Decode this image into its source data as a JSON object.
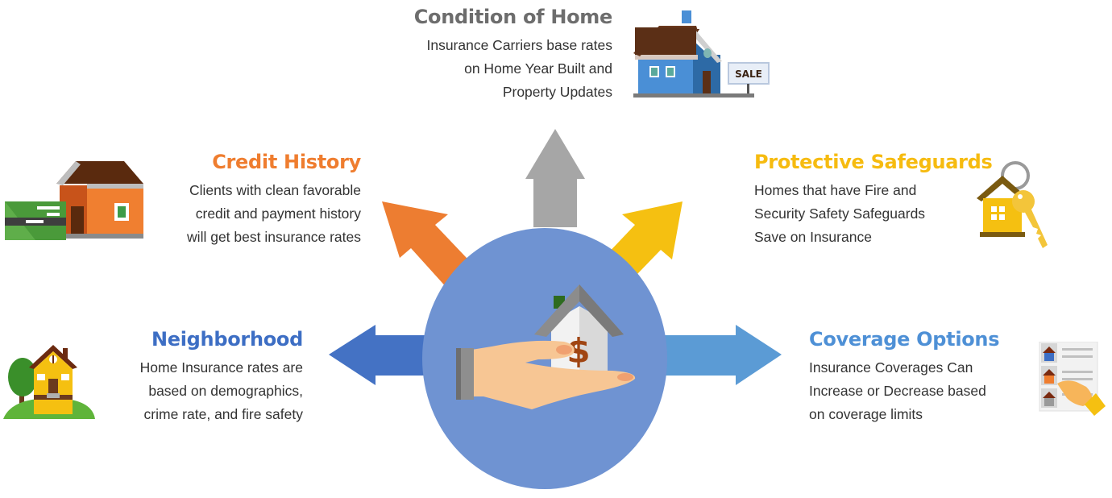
{
  "colors": {
    "condition": "#6d6d6d",
    "credit": "#ef7d2f",
    "protective": "#f6bb10",
    "neighborhood": "#3d6ec4",
    "coverage": "#4e90d6",
    "circle": "#6f93d2",
    "arrow_gray": "#a6a6a6",
    "arrow_orange": "#ed7d31",
    "arrow_yellow": "#f5c011",
    "arrow_left_blue": "#4472c4",
    "arrow_right_blue": "#5b9bd5"
  },
  "center": {
    "icon": "hand-holding-house-dollar-icon",
    "symbol": "$"
  },
  "factors": {
    "condition": {
      "title": "Condition of Home",
      "lines": [
        "Insurance Carriers base rates",
        "on Home Year Built and",
        "Property Updates"
      ],
      "icon": "house-for-sale-icon",
      "sign": "SALE"
    },
    "credit": {
      "title": "Credit History",
      "lines": [
        "Clients with clean favorable",
        "credit and payment history",
        "will get best insurance rates"
      ],
      "icon": "house-credit-card-icon"
    },
    "protective": {
      "title": "Protective Safeguards",
      "lines": [
        "Homes that have Fire and",
        "Security Safety Safeguards",
        "Save on Insurance"
      ],
      "icon": "house-key-icon"
    },
    "neighborhood": {
      "title": "Neighborhood",
      "lines": [
        "Home Insurance rates are",
        "based on demographics,",
        "crime rate, and fire safety"
      ],
      "icon": "house-tree-icon"
    },
    "coverage": {
      "title": "Coverage Options",
      "lines": [
        "Insurance Coverages Can",
        "Increase or Decrease based",
        "on coverage limits"
      ],
      "icon": "coverage-checklist-icon"
    }
  }
}
